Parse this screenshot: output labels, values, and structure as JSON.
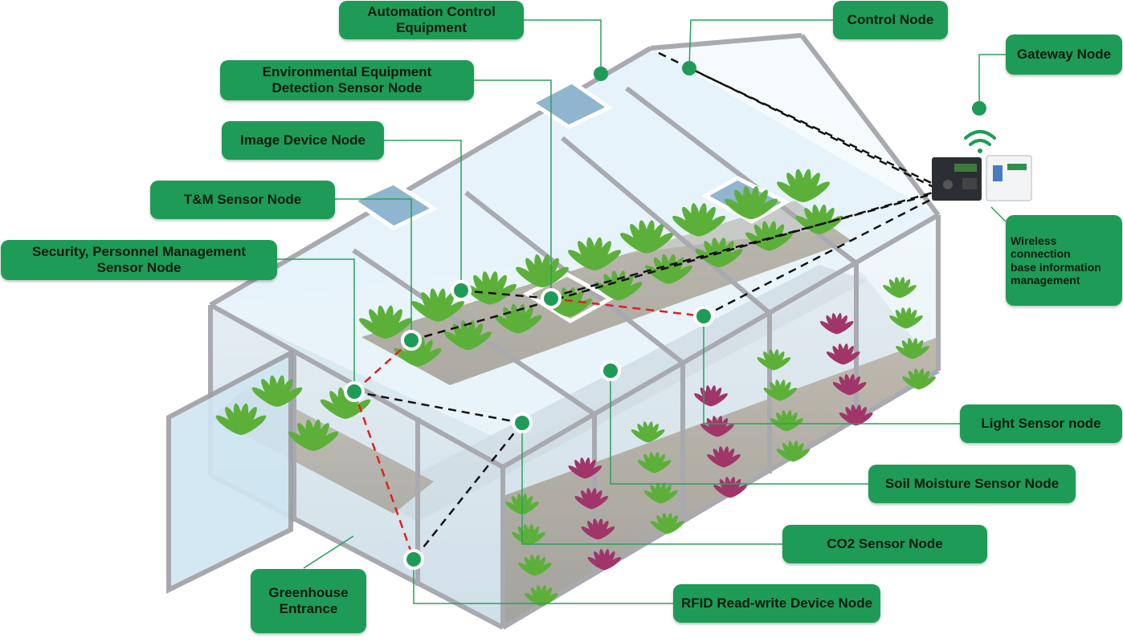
{
  "labels": {
    "automation_control_equipment": "Automation Control\nEquipment",
    "control_node": "Control Node",
    "gateway_node": "Gateway Node",
    "env_equipment_sensor_node": "Environmental Equipment\nDetection Sensor Node",
    "image_device_node": "Image Device Node",
    "tm_sensor_node": "T&M Sensor Node",
    "security_personnel_node": "Security, Personnel Management\nSensor Node",
    "wireless_connection": "Wireless connection\nbase information\nmanagement",
    "light_sensor_node": "Light Sensor node",
    "soil_moisture_sensor_node": "Soil Moisture Sensor Node",
    "co2_sensor_node": "CO2 Sensor Node",
    "rfid_device_node": "RFID Read-write Device Node",
    "greenhouse_entrance": "Greenhouse\nEntrance"
  },
  "colors": {
    "label_fill": "#1e9c57",
    "node_fill": "#1e9c57",
    "leader_line": "#2aa05c",
    "wired_link": "#111111",
    "mesh_link": "#e02020",
    "frame": "#a9a9b0",
    "glass": "#cfe6f2",
    "soil": "#8a6a4a",
    "plant_green": "#5cb03a",
    "plant_purple": "#a0356a"
  },
  "icons": [
    "wifi-icon",
    "gateway-device-icon",
    "wireless-module-icon",
    "plant-icon"
  ]
}
